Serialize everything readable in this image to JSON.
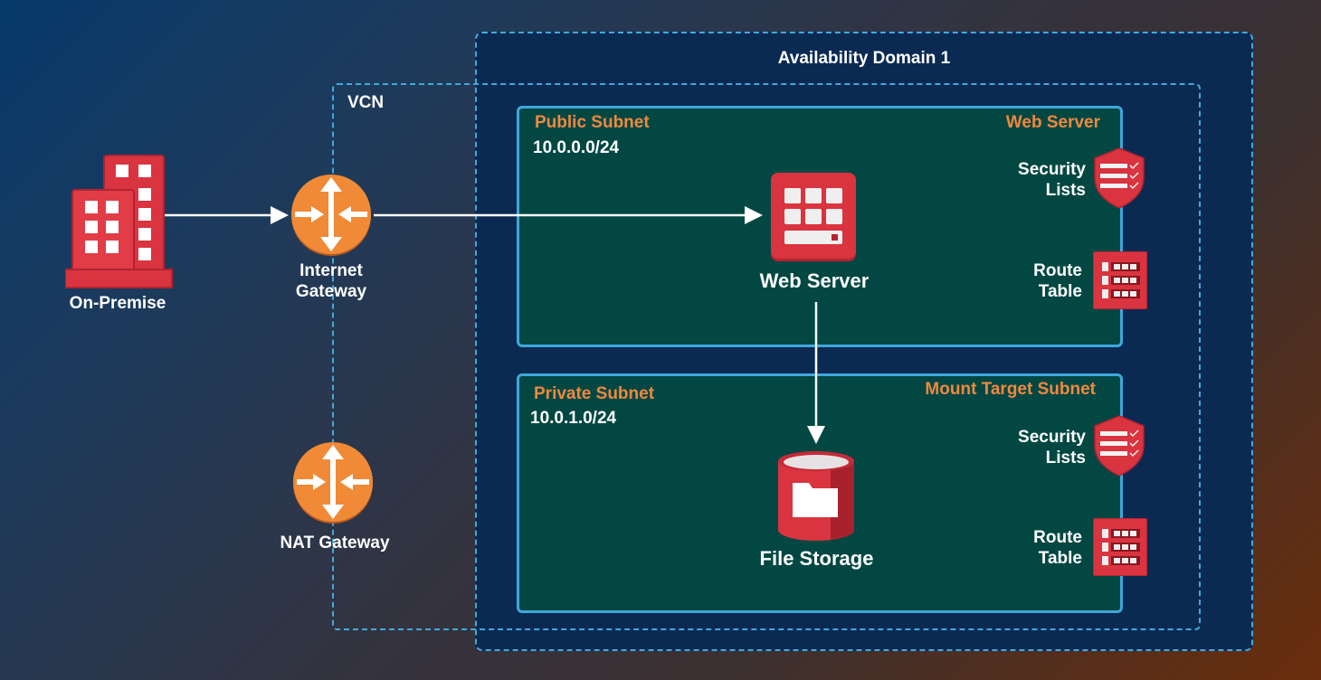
{
  "diagram": {
    "availability_domain": {
      "label": "Availability Domain 1"
    },
    "vcn": {
      "label": "VCN"
    },
    "on_premise": {
      "label": "On-Premise",
      "icon": "building-icon"
    },
    "internet_gateway": {
      "label_line1": "Internet",
      "label_line2": "Gateway",
      "icon": "gateway-router-icon"
    },
    "nat_gateway": {
      "label": "NAT Gateway",
      "icon": "gateway-router-icon"
    },
    "public_subnet": {
      "title": "Public Subnet",
      "cidr": "10.0.0.0/24",
      "role_label": "Web Server",
      "compute": {
        "label": "Web Server",
        "icon": "server-icon"
      },
      "security_lists": {
        "label_line1": "Security",
        "label_line2": "Lists",
        "icon": "shield-list-icon"
      },
      "route_table": {
        "label_line1": "Route",
        "label_line2": "Table",
        "icon": "route-table-icon"
      }
    },
    "private_subnet": {
      "title": "Private Subnet",
      "cidr": "10.0.1.0/24",
      "role_label": "Mount Target Subnet",
      "storage": {
        "label": "File Storage",
        "icon": "file-storage-icon"
      },
      "security_lists": {
        "label_line1": "Security",
        "label_line2": "Lists",
        "icon": "shield-list-icon"
      },
      "route_table": {
        "label_line1": "Route",
        "label_line2": "Table",
        "icon": "route-table-icon"
      }
    },
    "connections": [
      {
        "from": "On-Premise",
        "to": "Internet Gateway"
      },
      {
        "from": "Internet Gateway",
        "to": "Web Server"
      },
      {
        "from": "Web Server",
        "to": "File Storage"
      }
    ],
    "colors": {
      "accent_orange": "#f0883e",
      "boundary_blue": "#42a9dd",
      "subnet_fill": "#034743",
      "domain_fill": "#0b2a52",
      "icon_red": "#d9343f",
      "gateway_orange": "#f08a36"
    }
  }
}
